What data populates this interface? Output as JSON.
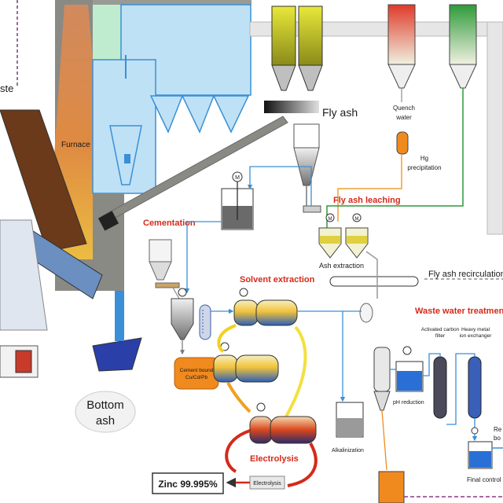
{
  "labels": {
    "waste": "ste",
    "furnace": "Furnace",
    "fly_ash": "Fly ash",
    "quench_water_1": "Quench",
    "quench_water_2": "water",
    "hg_1": "Hg",
    "hg_2": "precipitation",
    "fly_ash_leaching": "Fly ash leaching",
    "cementation": "Cementation",
    "ash_extraction": "Ash extraction",
    "fly_ash_recirculation": "Fly ash recirculation",
    "solvent_extraction": "Solvent extraction",
    "waste_water_treatment": "Waste water treatment",
    "activated_carbon_1": "Activated carbon",
    "activated_carbon_2": "filter",
    "heavy_metal_1": "Heavy metal",
    "heavy_metal_2": "ion exchanger",
    "cement_bound_1": "Cement bound",
    "cement_bound_2": "Cu/Cd/Pb",
    "bottom_ash_1": "Bottom",
    "bottom_ash_2": "ash",
    "ph_reduction": "pH reduction",
    "alkalinization": "Alkalinization",
    "electrolysis_red": "Electrolysis",
    "electrolysis_box": "Electrolysis",
    "zinc": "Zinc 99.995%",
    "final_control": "Final control",
    "re_1": "Re",
    "re_2": "bo",
    "motor": "M"
  },
  "colors": {
    "accent_red": "#d42a1a",
    "water_blue": "#3a8fd6",
    "boiler_blue": "#bfe1f5",
    "concrete_gray": "#8a8a84",
    "copper_orange": "#f08a1e",
    "filter_yellow": "#c9c91e",
    "green_flue": "#2e9a3a"
  }
}
